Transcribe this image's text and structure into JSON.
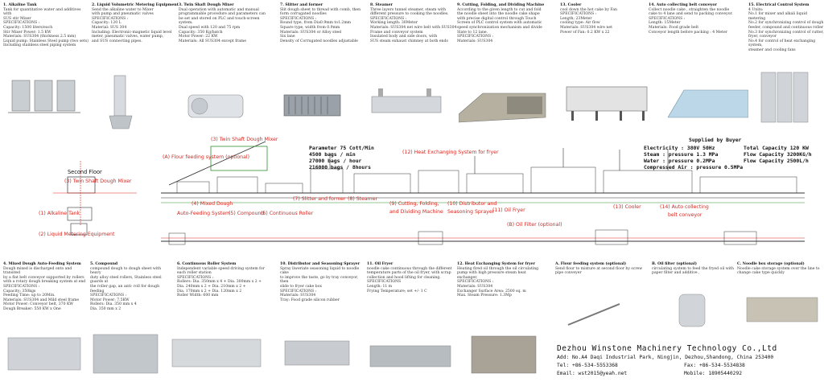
{
  "top_specs": [
    {
      "title": "1.  Alkaline Tank",
      "lines": [
        "Tank for quantitative water and additives with",
        "SUS stir Mixer",
        "SPECIFICATIONS :",
        "Capacity: 1500 liters/each",
        "Stir Mixer Power: 1.5 KW",
        "Materials: SUS304 (thickness 2.5 mm)",
        "Liquid pump: Stainless Steel pump (two sets)",
        "Including stainless steel piping system"
      ]
    },
    {
      "title": "2.  Liquid Volumetric Metering Equipment",
      "lines": [
        "Send the alkaline water to Mixer",
        "with pump and pneumatic valves",
        "SPECIFICATIONS :",
        "Capacity: 120 L",
        "Material:  SUS 304",
        "Including: Electronic-magnetic liquid level",
        "meter, pneumatic valves, water pump,",
        "and SUS connecting pipes."
      ]
    },
    {
      "title": "3.  Twin Shaft Dough Mixer",
      "lines": [
        "Dual operation with automatic and manual",
        "programmable procedure and parameters can",
        "be set and stored on PLC and touch-screen",
        "system.",
        "Dual speed with 120 and 75 rpm",
        "Capacity: 350 Kg/batch",
        "Motor Power: 22 KW",
        "Materials: All SUS304 except frame"
      ]
    },
    {
      "title": "7.  Slitter and former",
      "lines": [
        "Slit dough sheet to thread with comb, then",
        "form corrugated  noodles",
        "SPECIFICATIONS :",
        "Round type, from Dia0.9mm to1.2mm",
        "Square type, width from 0.9mm",
        "Materials: SUS304  or Alloy steel",
        "Six lane",
        "Density of Corrugated noodles adjustable"
      ]
    },
    {
      "title": "8.  Steamer",
      "lines": [
        "Three layers tunnel steamer, steam with",
        "different pressure to cooking the noodles.",
        "SPECIFICATIONS :",
        "Working length: 30Meter",
        "Materials: SUS304 net wire  belt with SUS304",
        "Frame and conveyor system",
        "Insulated body and side doors, with",
        "SUS steam exhaust chimney at both ends"
      ]
    },
    {
      "title": "9.  Cutting, Folding, and Dividing Machine",
      "lines": [
        "According to the given length to cut and fold",
        "the noodle sheet into the noodle cake shape",
        "with precise digital control through Touch",
        "Screen of PLC control system with automatic",
        "speed synchronization mechanism and divide",
        "Slate to 12 lane.",
        "SPECIFICATIONS :",
        "Materials: SUS304"
      ]
    },
    {
      "title": "13.  Cooler",
      "lines": [
        "cool down the hot cake by Fan",
        "SPECIFICATIONS :",
        "Length; 23Meter",
        "cooling type: Air flow",
        "Materials: SUS304 wire net",
        "Power of Fan: 0.2 KW x 22"
      ]
    },
    {
      "title": "14.  Auto collecting belt conveyor",
      "lines": [
        "Collect noodle cake , straighten the noodle",
        "cake to 4 lane and send to packing conveyor.",
        "SPECIFICATIONS :",
        "Length: 15Meter",
        "Materials: Food grade belt",
        "Conveyor length before packing : 4 Meter"
      ]
    },
    {
      "title": "15.  Electrical Control System",
      "lines": [
        "4  Units:",
        "No.1 for mixer and alkali liquid metering",
        "No.2 for synchronizing control of dough",
        "feeder, compound and continuous roller",
        "No.3 for synchronizing control of cutter,",
        "fryer,  conveyor",
        "No.4 for control of heat exchanging system,",
        "steamer and cooling fans"
      ]
    }
  ],
  "bottom_specs": [
    {
      "title": "4.  Mixed Dough  Auto-Feeding System",
      "lines": [
        "Dough mixed is discharged onto and transited",
        "by a flat belt conveyor supported by rollers",
        "with a rotary dough breaking system at end",
        "SPECIFICATIONS :",
        "Capacity: 350kgs",
        "Feeding Time: up to 20Min.",
        "Materials: SUS304 and Mild steel frame",
        "Motor Power: Conveyor belt, 370 KW",
        "Dough Breaker: 550 KW x One"
      ]
    },
    {
      "title": "5.  Compound",
      "lines": [
        "compound dough to dough sheet with heavy",
        "duty alloy steel rollers, Stainless steel guards at",
        "the roller gap, an anti- roll for dough feeding",
        "SPECIFICATIONS :",
        "Motor Power: 7.5KW",
        "Rollers: Dia. 350 mm x 4",
        "Dia. 350 mm x 2"
      ]
    },
    {
      "title": "6.  Continuous Roller System",
      "lines": [
        "Independent variable speed driving system for",
        "each roller station",
        "SPECIFICATIONS :",
        "Rollers: Dia. 350mm x 4 + Dia. 300mm x 2 +",
        "Dia. 240mm x 2 + Dia. 210mm x 2 +",
        "Dia. 170mm x 2 + Dia. 120mm x 2",
        "Roller Width: 600 mm"
      ]
    },
    {
      "title": "10.  Distributor and Seasoning Sprayer",
      "lines": [
        "Spray liweriate seasoning liquid to noodle cake",
        "to improve the taste, go by tray conveyor, then",
        "slide to fryer cake box",
        "SPECIFICATIONS :",
        "Materials: SUS304",
        "Tray: Food grade silicon rubber"
      ]
    },
    {
      "title": "11.  Oil Fryer",
      "lines": [
        "noodle cake continuous through the different",
        "temperature parts of the oil fryer,  with scrap",
        "collection and hood lifting for cleaning.",
        "SPECIFICATIONS",
        "Length: 11 m",
        "Frying Temperature; set +/- 1 C"
      ]
    },
    {
      "title": "12.  Heat Exchanging System for fryer",
      "lines": [
        "Heating fired oil through the oil circulating",
        "pump with high pressure steam heat exchanger,",
        "SPECIFICATIONS :",
        "Materials: SUS304",
        "Exchanger Surface Area: 2500 sq. m",
        "Max. Steam Pressure: 1.3Mp"
      ]
    },
    {
      "title": "A.  Flour feeding system (optional)",
      "lines": [
        "Send flour to mixture at second floor by screw",
        "pipe conveyer"
      ]
    },
    {
      "title": "B.  Oil filter (optional)",
      "lines": [
        "circulating system to feed the fryed oil with",
        "paper filter and additive ,"
      ]
    },
    {
      "title": "C.  Noodle box storage (optional)",
      "lines": [
        "Noodle cake storage system over the line to",
        "change cake type quickly"
      ]
    }
  ],
  "diagram": {
    "second_floor": "Second Floor",
    "labels_left": [
      "(3)  Twin Shaft Dough Mixer",
      "(1)  Alkaline Tank",
      "(2)  Liquid Metering Equipment"
    ],
    "twin_shaft": "(3) Twin Shaft Dough Mixer",
    "flour_feed": "(A) Flour feeding system (optional)",
    "heat_ex": "(12) Heat Exchanging System for fryer",
    "mixed_dough": "(4) Mixed Dough",
    "auto_feeding": "Auto-Feeding System",
    "compound": "(5) Compound",
    "continuous_roller": "(6) Continuous Roller",
    "slitter": "(7) Slitter and former",
    "steamer": "(8) Steamer",
    "cutting": "(9) Cutting, Folding,",
    "dividing": "and Dividing Machine",
    "distributor": "(10) Distributor and",
    "seasoning": "Seasoning Sprayer",
    "oil_fryer": "(11) Oil Fryer",
    "cooler": "(13) Cooler",
    "auto_collect": "(14) Auto collecting",
    "belt_conveyor": "belt conveyor",
    "oil_filter": "(B) Oil Filter (optional)",
    "parameter": [
      "Parameter  75 Cott/Min",
      "4500 bags / min",
      "27000 bags / hour",
      "216000 bags / 8hours"
    ],
    "supplied_title": "Supplied by Buyer",
    "supplied_left": [
      "Electricity : 380V  50Hz",
      "Steam : pressure 1.3 MPa",
      "Water : pressure 0.2MPa",
      "Compressed Air : pressure 0.5MPa"
    ],
    "supplied_right": [
      "Total Capacity  120 KW",
      "Flow Capacity  3200KG/h",
      "Flow Capacity  2500L/h"
    ]
  },
  "company": {
    "name": "Dezhou Winstone Machinery Technology Co.,Ltd",
    "address": "Add: No.A4 Daqi Industrial Park, Ningjin, Dezhou,Shandong, China 253400",
    "tel_label": "Tel: +86-534-5553368",
    "fax_label": "Fax:  +86-534-5534838",
    "email_label": "Email: wst2015@yeah.net",
    "mobile_label": "Mobile: 18905440292"
  },
  "colors": {
    "accent_red": "#d9251d",
    "line_green": "#2f8f2f",
    "line_dark": "#333333"
  }
}
